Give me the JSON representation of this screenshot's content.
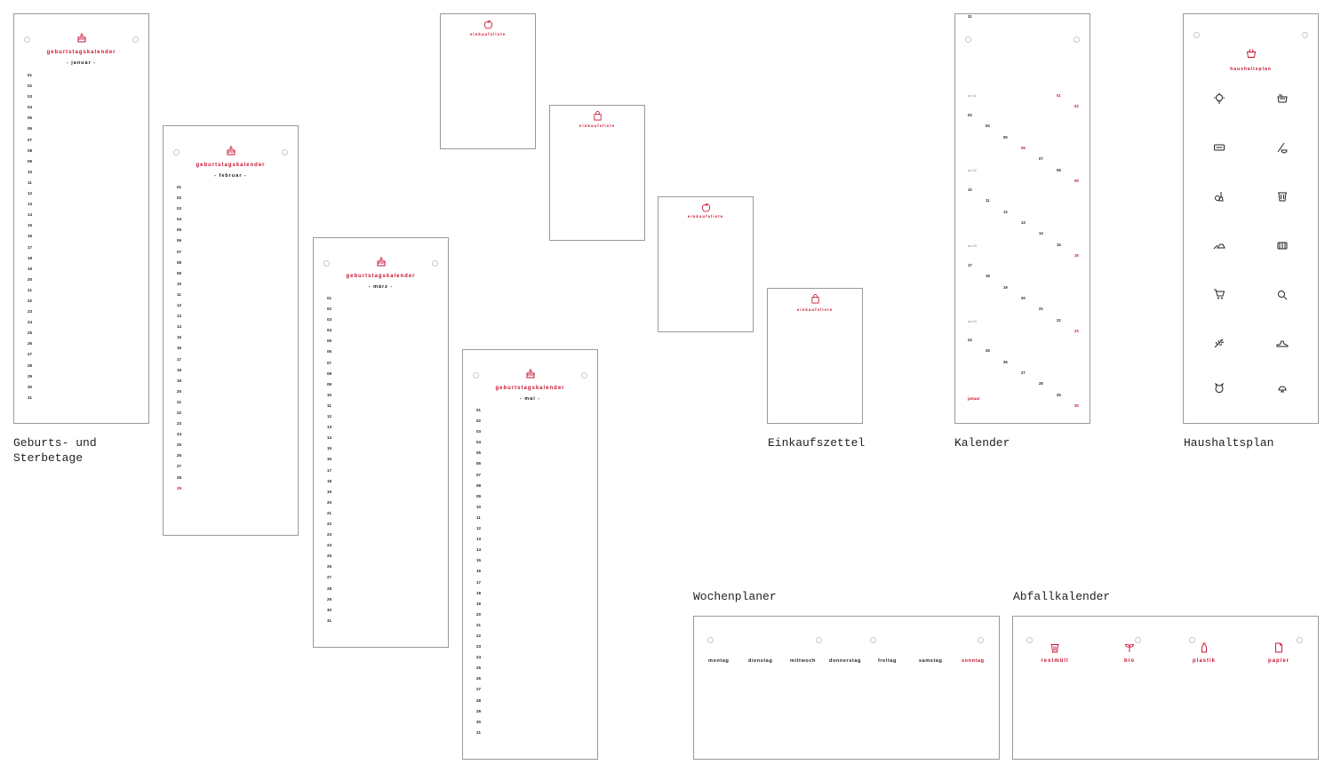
{
  "captions": {
    "geburtstage": "Geburts- und\nSterbetage",
    "einkauf": "Einkaufszettel",
    "kalender": "Kalender",
    "haushalt": "Haushaltsplan",
    "wochen": "Wochenplaner",
    "abfall": "Abfallkalender"
  },
  "birthday": {
    "title": "geburtstagskalender",
    "months": [
      "- januar -",
      "- februar -",
      "- märz -",
      "- mai -"
    ],
    "days_jan": [
      "01",
      "02",
      "03",
      "04",
      "05",
      "06",
      "07",
      "08",
      "09",
      "10",
      "11",
      "12",
      "13",
      "14",
      "15",
      "16",
      "17",
      "18",
      "19",
      "20",
      "21",
      "22",
      "23",
      "24",
      "25",
      "26",
      "27",
      "28",
      "29",
      "30",
      "31"
    ],
    "days_feb": [
      "01",
      "02",
      "03",
      "04",
      "05",
      "06",
      "07",
      "08",
      "09",
      "10",
      "11",
      "12",
      "13",
      "14",
      "15",
      "16",
      "17",
      "18",
      "19",
      "20",
      "21",
      "22",
      "23",
      "24",
      "25",
      "26",
      "27",
      "28",
      "29"
    ],
    "days_mar": [
      "01",
      "02",
      "03",
      "04",
      "05",
      "06",
      "07",
      "08",
      "09",
      "10",
      "11",
      "12",
      "13",
      "14",
      "15",
      "16",
      "17",
      "18",
      "19",
      "20",
      "21",
      "22",
      "23",
      "24",
      "25",
      "26",
      "27",
      "28",
      "29",
      "30",
      "31"
    ],
    "days_mai": [
      "01",
      "02",
      "03",
      "04",
      "05",
      "06",
      "07",
      "08",
      "09",
      "10",
      "11",
      "12",
      "13",
      "14",
      "15",
      "16",
      "17",
      "18",
      "19",
      "20",
      "21",
      "22",
      "23",
      "24",
      "25",
      "26",
      "27",
      "28",
      "29",
      "30",
      "31"
    ]
  },
  "einkauf": {
    "title": "einkaufsliste"
  },
  "kalender": {
    "month": "januar",
    "kw": [
      "kw 01",
      "kw 02",
      "kw 03",
      "kw 04"
    ],
    "days": [
      "01",
      "02",
      "03",
      "04",
      "05",
      "06",
      "07",
      "08",
      "09",
      "10",
      "11",
      "12",
      "13",
      "14",
      "15",
      "16",
      "17",
      "18",
      "19",
      "20",
      "21",
      "22",
      "23",
      "24",
      "25",
      "26",
      "27",
      "28",
      "29",
      "30",
      "31"
    ]
  },
  "haushalt": {
    "title": "haushaltsplan"
  },
  "wochen": {
    "days": [
      "montag",
      "dienstag",
      "mittwoch",
      "donnerstag",
      "freitag",
      "samstag",
      "sonntag"
    ]
  },
  "abfall": {
    "bins": [
      "restmüll",
      "bio",
      "plastik",
      "papier"
    ]
  },
  "colors": {
    "accent": "#c8102e",
    "border": "#9a9a9a"
  }
}
